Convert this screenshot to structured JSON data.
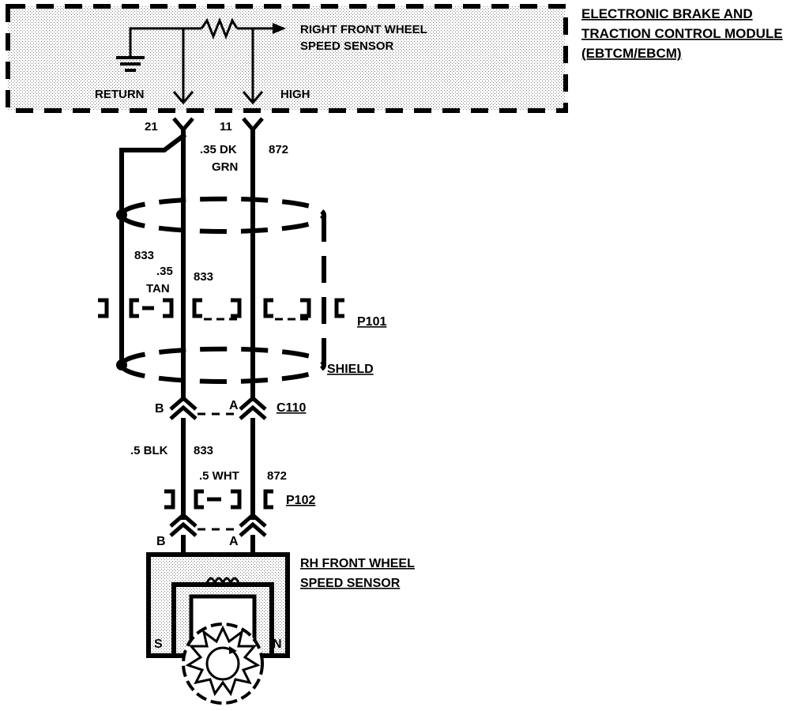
{
  "module": {
    "title_line1": "ELECTRONIC BRAKE AND",
    "title_line2": "TRACTION CONTROL MODULE",
    "title_line3": "(EBTCM/EBCM)",
    "internal_label_line1": "RIGHT FRONT WHEEL",
    "internal_label_line2": "SPEED SENSOR",
    "return_label": "RETURN",
    "high_label": "HIGH",
    "pin_return": "21",
    "pin_high": "11"
  },
  "wires_upper": {
    "high_gauge_color_line1": ".35 DK",
    "high_gauge_color_line2": "GRN",
    "high_circuit": "872",
    "return_circuit_left": "833",
    "return_gauge_line1": ".35",
    "return_gauge_line2": "TAN",
    "return_circuit": "833"
  },
  "connectors": {
    "p101": "P101",
    "shield": "SHIELD",
    "c110": "C110",
    "c110_pin_b": "B",
    "c110_pin_a": "A",
    "p102": "P102",
    "sensor_pin_b": "B",
    "sensor_pin_a": "A"
  },
  "wires_lower": {
    "return_gauge_color": ".5 BLK",
    "return_circuit": "833",
    "high_gauge_color": ".5 WHT",
    "high_circuit": "872"
  },
  "sensor": {
    "title_line1": "RH FRONT WHEEL",
    "title_line2": "SPEED SENSOR",
    "pole_s": "S",
    "pole_n": "N"
  }
}
